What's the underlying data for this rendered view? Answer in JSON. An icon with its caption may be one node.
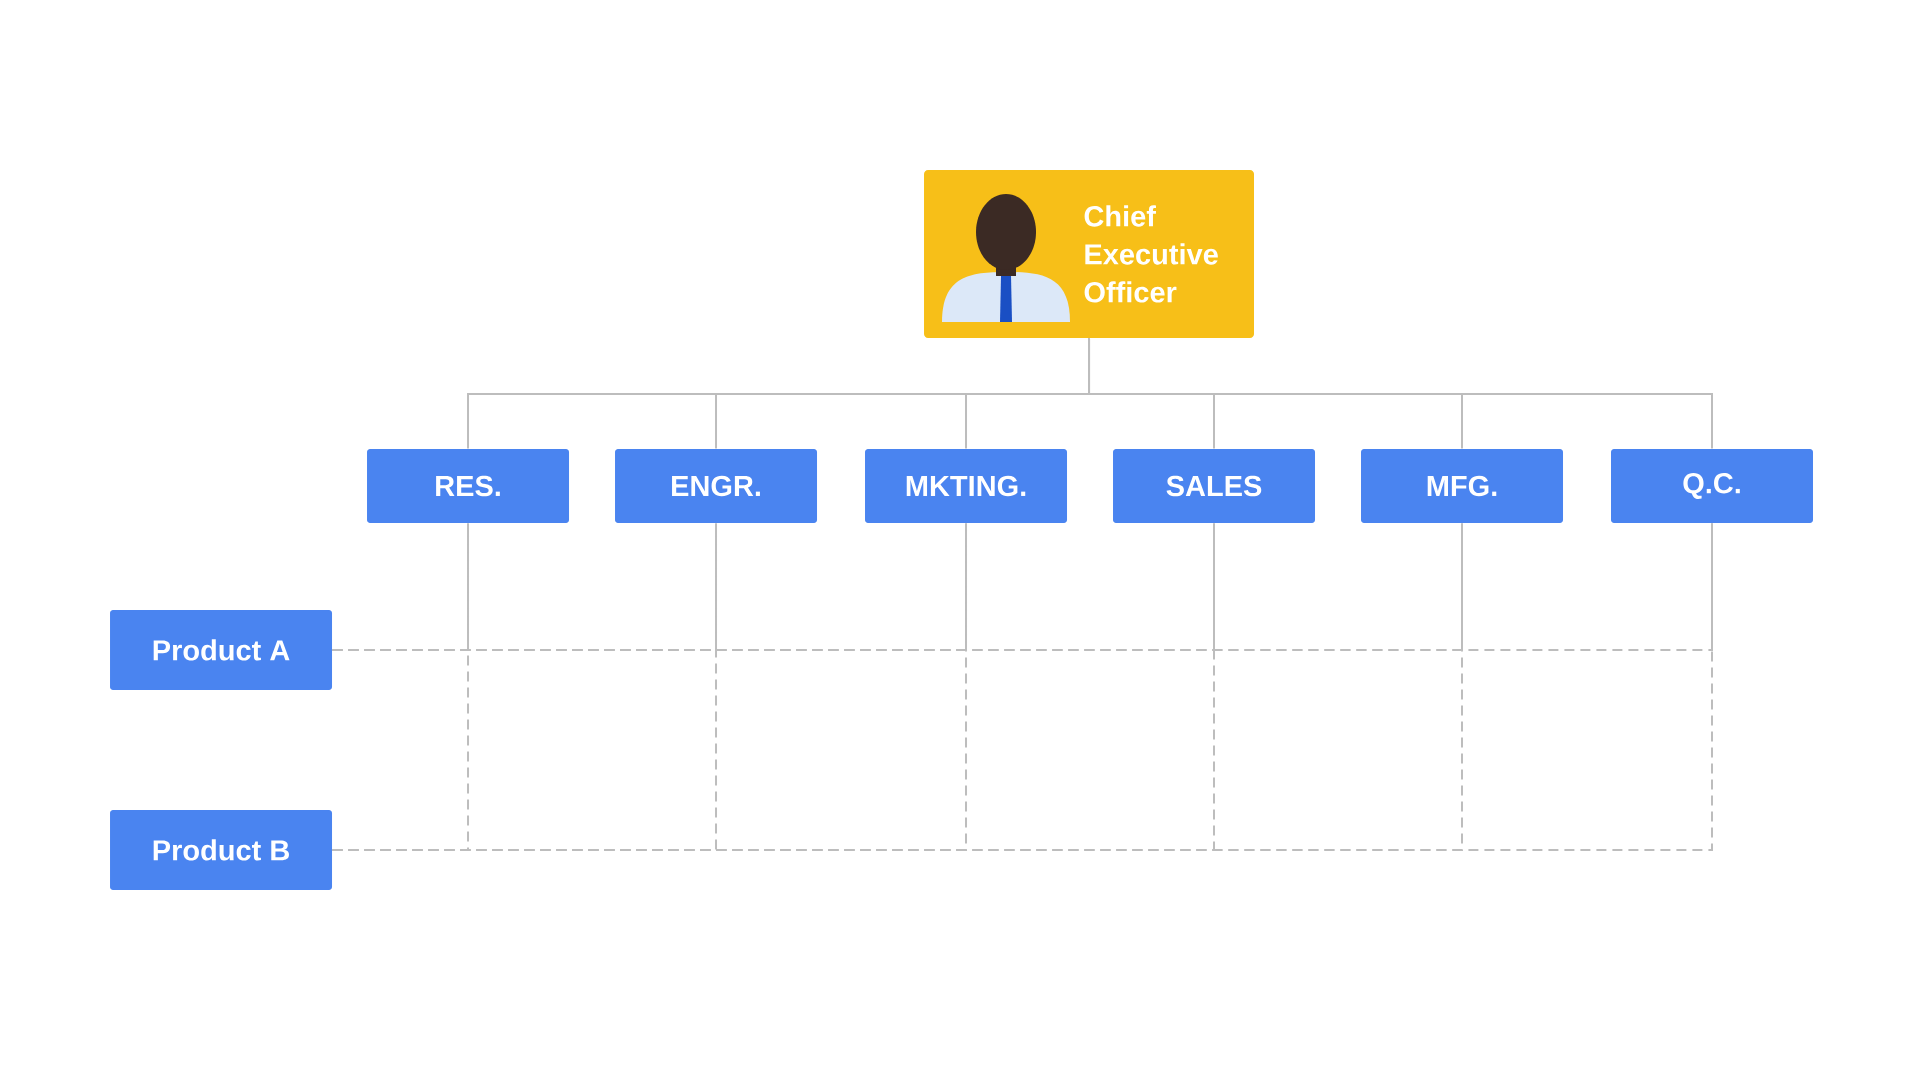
{
  "diagram": {
    "nodes": [
      {
        "text": [
          "Chief Executive Officer"
        ]
      },
      {
        "text": [
          "RES."
        ]
      },
      {
        "text": [
          "ENGR."
        ]
      },
      {
        "text": [
          "MKTING."
        ]
      },
      {
        "text": [
          "SALES"
        ]
      },
      {
        "text": [
          "MFG."
        ]
      },
      {
        "text": [
          "Q.C."
        ]
      },
      {
        "text": [
          "Product A"
        ]
      },
      {
        "text": [
          "Product B"
        ]
      }
    ],
    "edges": [
      {
        "from": 0,
        "to": 1,
        "arrow": "none"
      },
      {
        "from": 0,
        "to": 2,
        "arrow": "none"
      },
      {
        "from": 0,
        "to": 3,
        "arrow": "none"
      },
      {
        "from": 0,
        "to": 4,
        "arrow": "none"
      },
      {
        "from": 0,
        "to": 5,
        "arrow": "none"
      },
      {
        "from": 0,
        "to": 6,
        "arrow": "none"
      },
      {
        "from": 7,
        "to": 1,
        "arrow": "none",
        "style": "dashed"
      },
      {
        "from": 7,
        "to": 2,
        "arrow": "none",
        "style": "dashed"
      },
      {
        "from": 7,
        "to": 3,
        "arrow": "none",
        "style": "dashed"
      },
      {
        "from": 7,
        "to": 4,
        "arrow": "none",
        "style": "dashed"
      },
      {
        "from": 7,
        "to": 5,
        "arrow": "none",
        "style": "dashed"
      },
      {
        "from": 7,
        "to": 6,
        "arrow": "none",
        "style": "dashed"
      },
      {
        "from": 8,
        "to": 1,
        "arrow": "none",
        "style": "dashed"
      },
      {
        "from": 8,
        "to": 2,
        "arrow": "none",
        "style": "dashed"
      },
      {
        "from": 8,
        "to": 3,
        "arrow": "none",
        "style": "dashed"
      },
      {
        "from": 8,
        "to": 4,
        "arrow": "none",
        "style": "dashed"
      },
      {
        "from": 8,
        "to": 5,
        "arrow": "none",
        "style": "dashed"
      },
      {
        "from": 8,
        "to": 6,
        "arrow": "none",
        "style": "dashed"
      }
    ]
  }
}
